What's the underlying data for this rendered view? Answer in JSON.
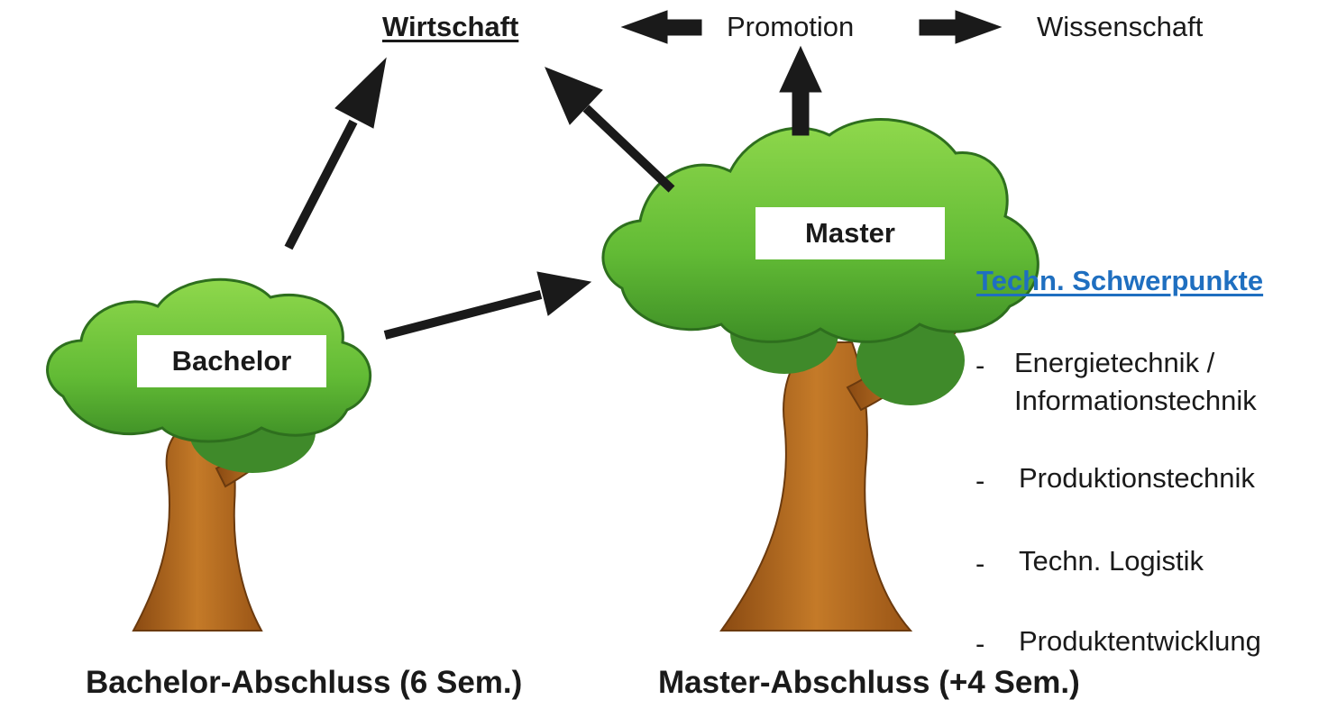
{
  "destinations": {
    "wirtschaft": "Wirtschaft",
    "promotion": "Promotion",
    "wissenschaft": "Wissenschaft"
  },
  "trees": {
    "bachelor_label": "Bachelor",
    "master_label": "Master"
  },
  "captions": {
    "bachelor": "Bachelor-Abschluss (6 Sem.)",
    "master": "Master-Abschluss (+4 Sem.)"
  },
  "focus_areas": {
    "title": "Techn. Schwerpunkte",
    "items": [
      "Energietechnik /",
      "Informationstechnik",
      "Produktionstechnik",
      "Techn. Logistik",
      "Produktentwicklung"
    ],
    "bullet": "-"
  },
  "colors": {
    "foliage": "#6cc53a",
    "foliage_dark": "#3f8a2a",
    "trunk": "#b8691f",
    "arrow": "#1a1a1a",
    "link_blue": "#1f6fc0"
  }
}
